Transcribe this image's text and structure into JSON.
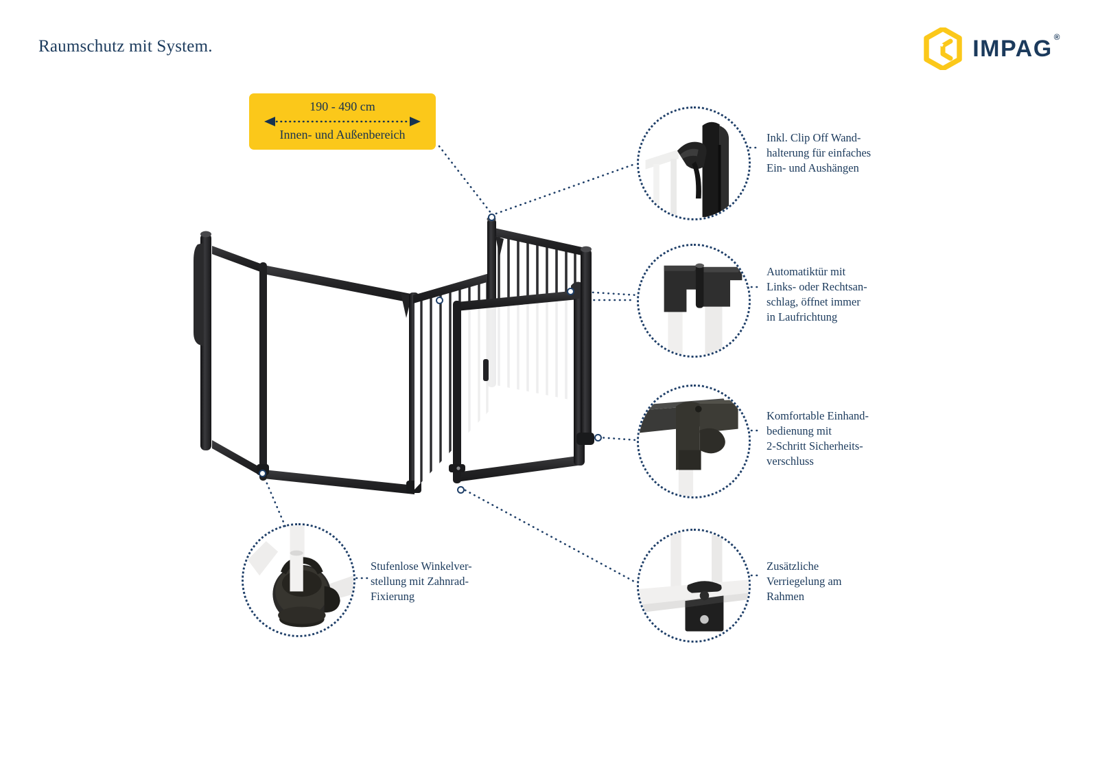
{
  "page": {
    "background": "#ffffff",
    "accent_navy": "#1b3a5c",
    "accent_yellow": "#fbc81a",
    "product_color": "#2b2b2d"
  },
  "header": {
    "headline": "Raumschutz mit System.",
    "brand_name": "IMPAG",
    "brand_registered": "®",
    "brand_mark_icon": "impag-hexagon-logo-icon"
  },
  "size_badge": {
    "range_label": "190 - 490 cm",
    "area_label": "Innen- und Außenbereich",
    "arrow_icon": "double-headed-dotted-arrow-icon"
  },
  "product": {
    "name": "Schutzgitter Raumschutz",
    "alt": "Schwarzes Metall-Schutzgitter mit drei Segmenten und Tür"
  },
  "features": [
    {
      "id": "clip-off-wandhalterung",
      "text": "Inkl. Clip Off Wand-\nhalterung für einfaches\nEin- und Aushängen",
      "bubble_icon": "wall-mount-detail-photo"
    },
    {
      "id": "automatiktuer",
      "text": "Automatiktür mit\nLinks- oder Rechtsan-\nschlag, öffnet immer\nin Laufrichtung",
      "bubble_icon": "auto-door-hinge-detail-photo"
    },
    {
      "id": "einhandbedienung",
      "text": "Komfortable Einhand-\nbedienung mit\n2-Schritt Sicherheits-\nverschluss",
      "bubble_icon": "one-hand-latch-detail-photo"
    },
    {
      "id": "verriegelung-rahmen",
      "text": "Zusätzliche\nVerriegelung am\nRahmen",
      "bubble_icon": "frame-lock-detail-photo"
    },
    {
      "id": "winkelverstellung",
      "text": "Stufenlose Winkelver-\nstellung mit Zahnrad-\nFixierung",
      "bubble_icon": "gear-hinge-detail-photo"
    }
  ]
}
